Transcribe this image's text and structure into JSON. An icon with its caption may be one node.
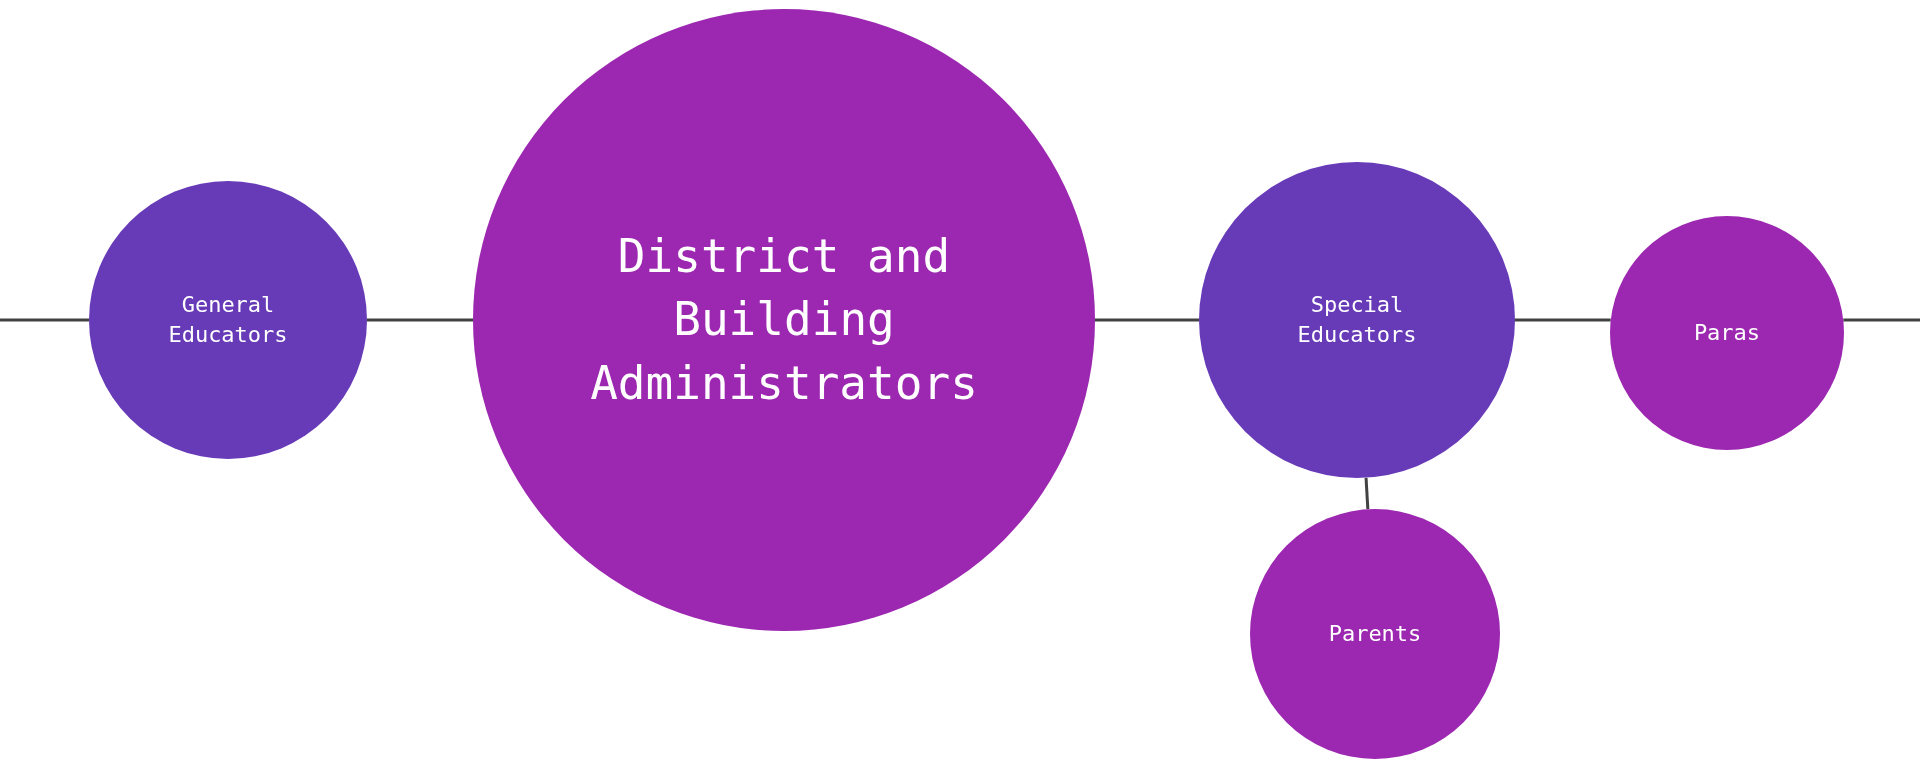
{
  "diagram": {
    "nodes": [
      {
        "text": [
          "General Educators"
        ]
      },
      {
        "text": [
          "District and Building Administrators"
        ]
      },
      {
        "text": [
          "Special Educators"
        ]
      },
      {
        "text": [
          "Paras"
        ]
      },
      {
        "text": [
          "Parents"
        ]
      }
    ],
    "edges": [
      {
        "from": null,
        "to": 0,
        "arrow": "none"
      },
      {
        "from": 0,
        "to": 1,
        "arrow": "none"
      },
      {
        "from": 1,
        "to": 2,
        "arrow": "none"
      },
      {
        "from": 2,
        "to": 3,
        "arrow": "none"
      },
      {
        "from": 3,
        "to": null,
        "arrow": "none"
      },
      {
        "from": 2,
        "to": 4,
        "arrow": "none"
      }
    ]
  }
}
